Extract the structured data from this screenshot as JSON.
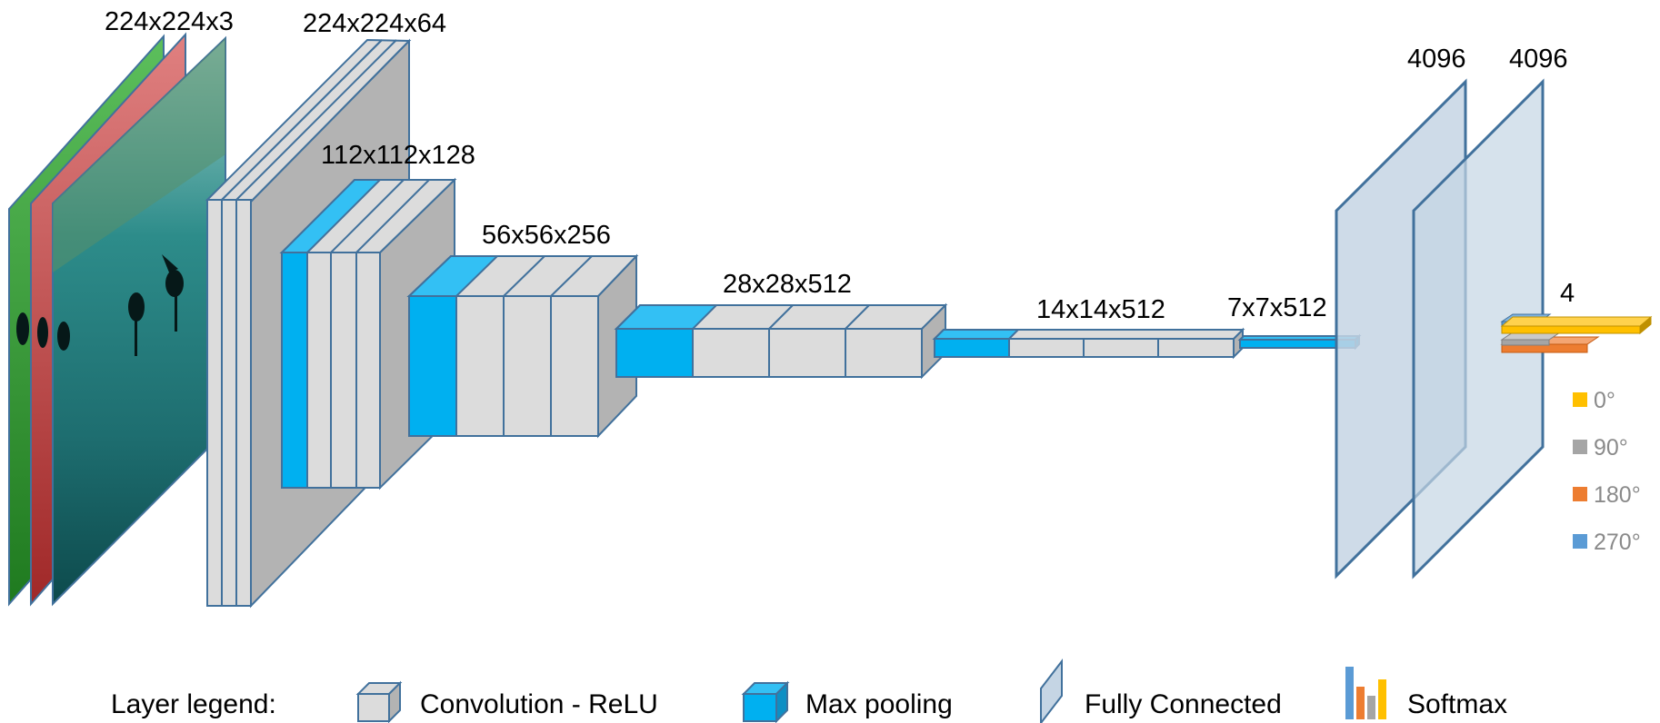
{
  "diagram": {
    "dims": {
      "input": "224x224x3",
      "conv1": "224x224x64",
      "conv2": "112x112x128",
      "conv3": "56x56x256",
      "conv4": "28x28x512",
      "conv5": "14x14x512",
      "pool5": "7x7x512",
      "fc1": "4096",
      "fc2": "4096",
      "softmax": "4"
    },
    "classes": [
      "0°",
      "90°",
      "180°",
      "270°"
    ],
    "legend": {
      "title": "Layer legend:",
      "conv": "Convolution - ReLU",
      "pool": "Max pooling",
      "fc": "Fully Connected",
      "softmax": "Softmax"
    },
    "colors": {
      "conv_front": "#dcdcdc",
      "conv_side": "#b3b3b3",
      "stroke": "#41719c",
      "pool_front": "#00b0f0",
      "pool_top": "#33c0f4",
      "fc_fill": "#c5d5e4",
      "class_0": "#ffc000",
      "class_90": "#a5a5a5",
      "class_180": "#ed7d31",
      "class_270": "#5b9bd5"
    }
  }
}
